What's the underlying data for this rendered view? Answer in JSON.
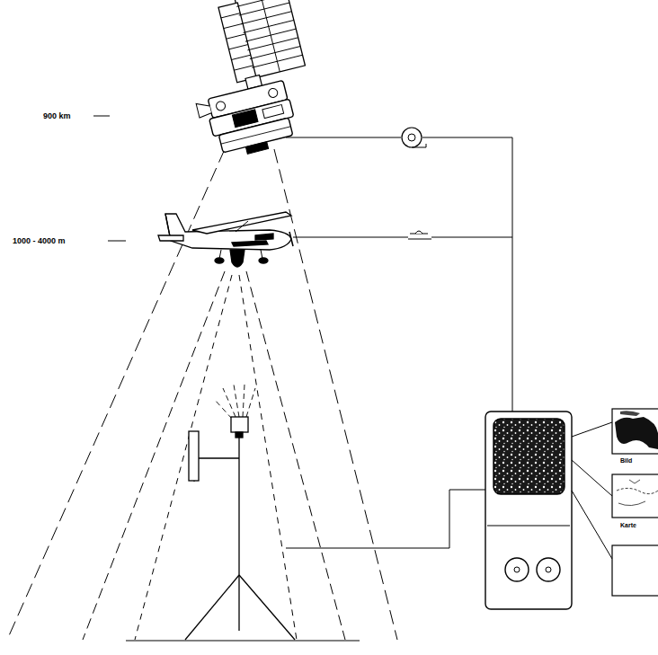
{
  "diagram": {
    "nodes": [
      {
        "text": [
          "Bild"
        ]
      },
      {
        "text": [
          "Karte"
        ]
      }
    ],
    "labels": [
      "900 km",
      "1000 - 4000 m"
    ]
  }
}
